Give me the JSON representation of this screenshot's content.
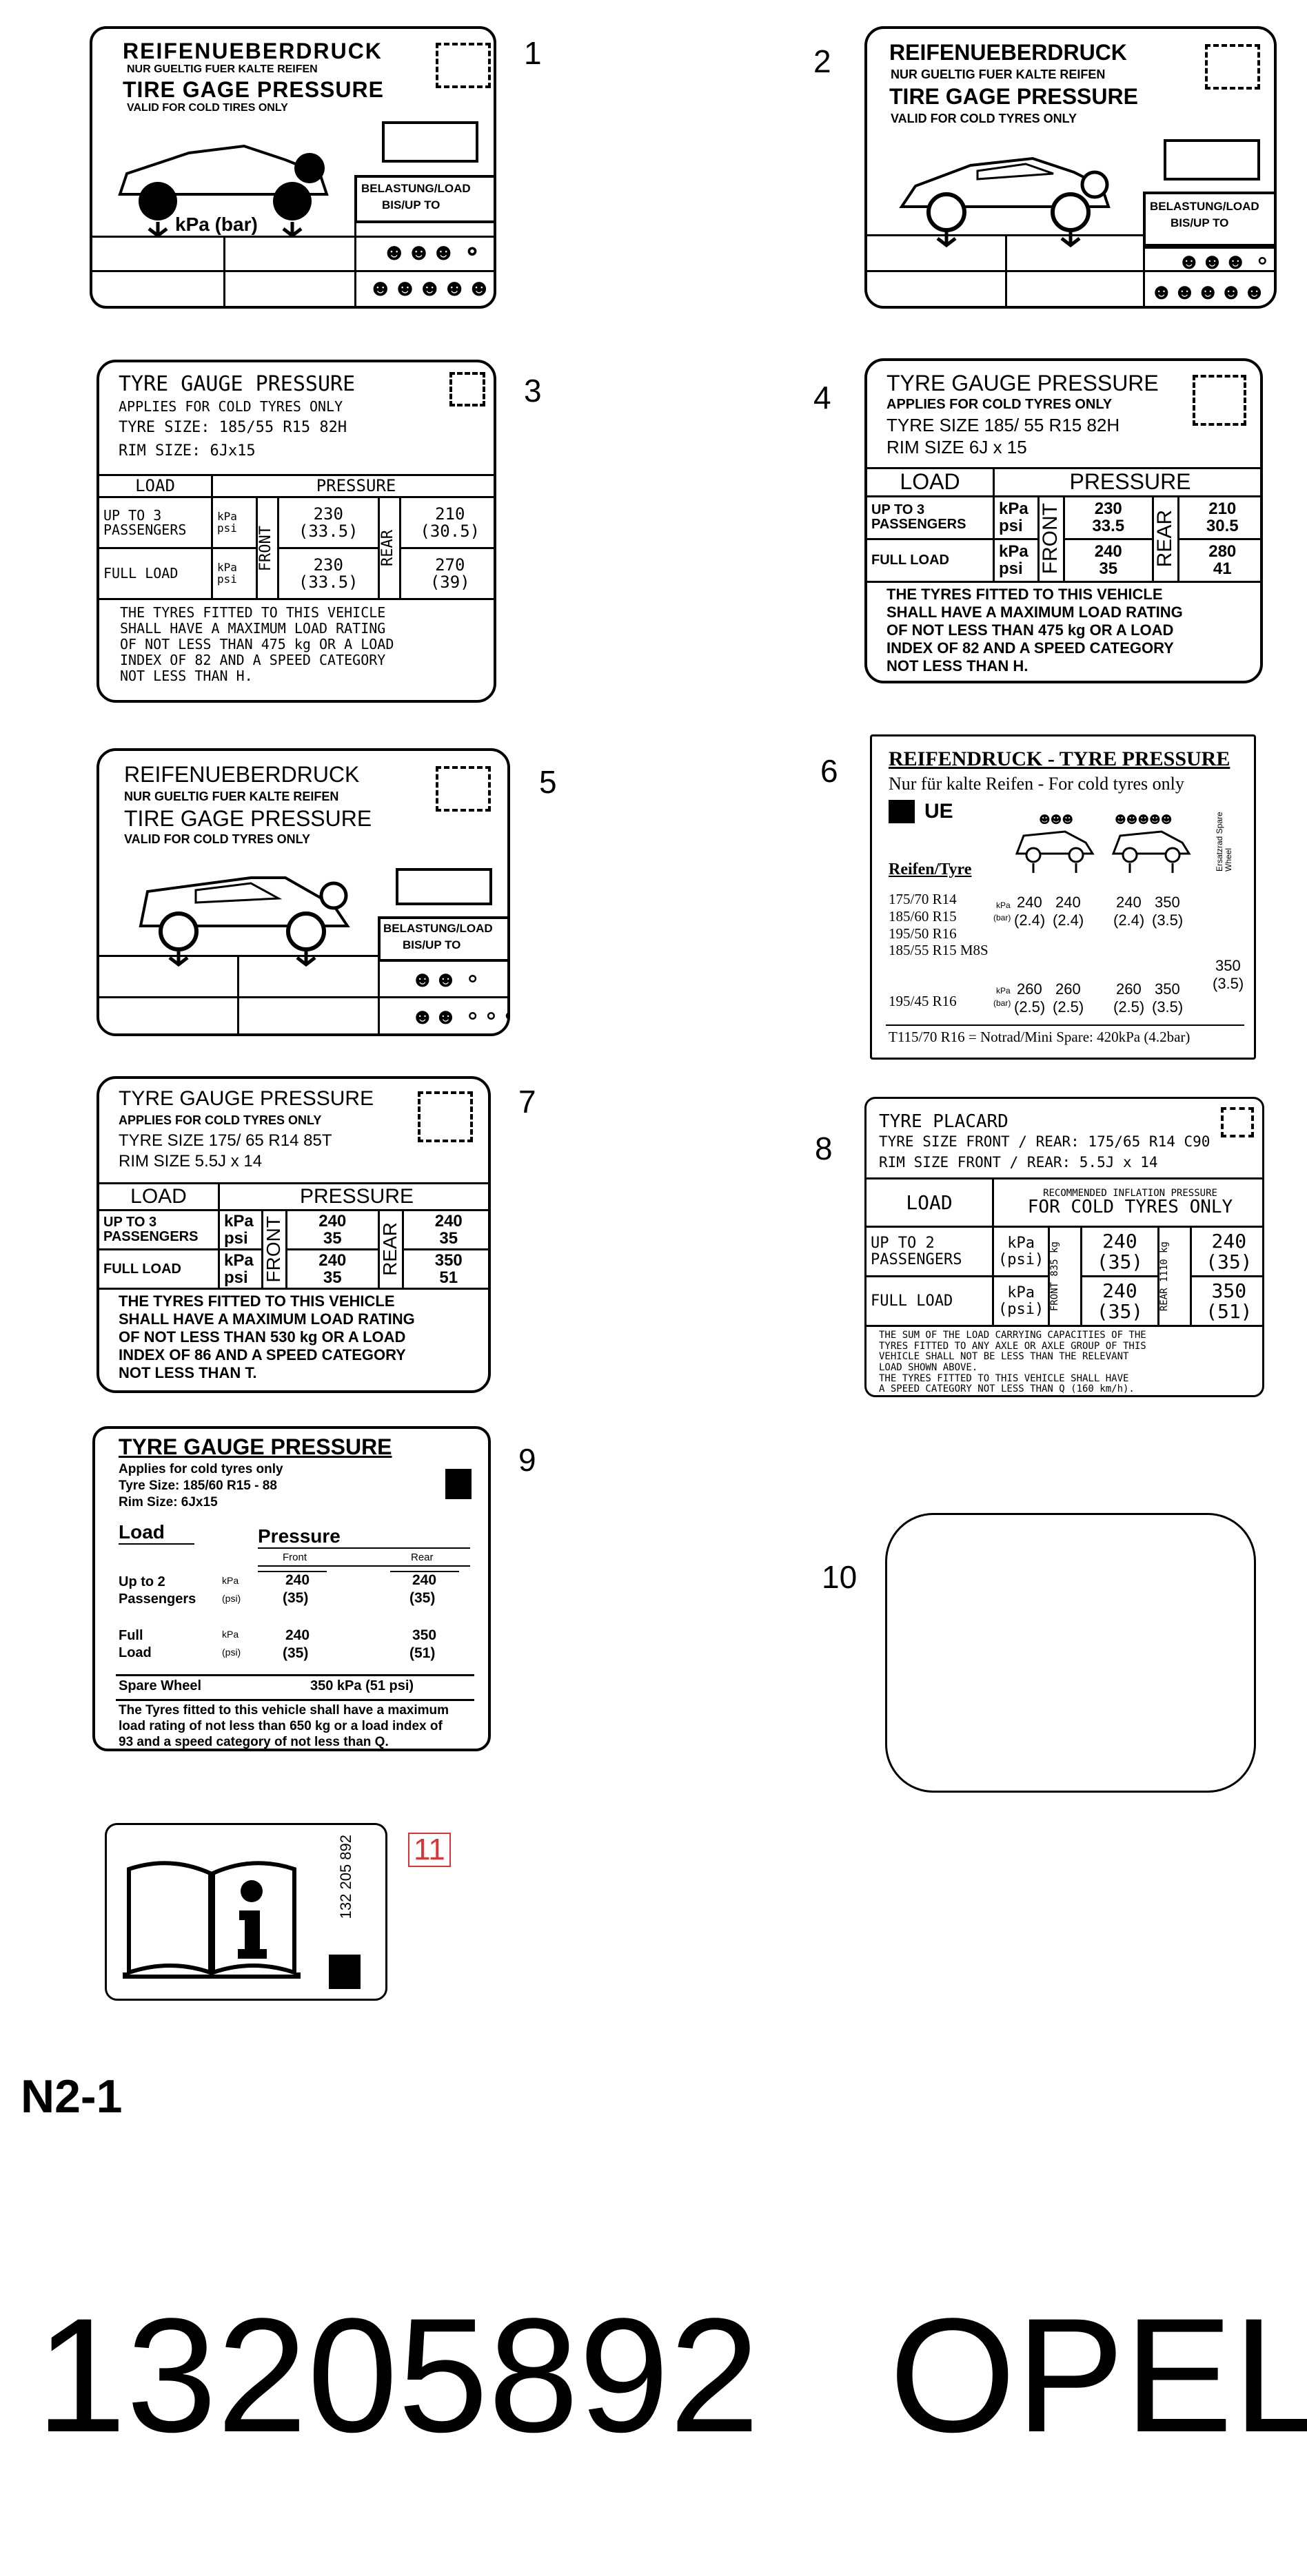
{
  "labels": {
    "l1": {
      "num": "1",
      "title1": "REIFENUEBERDRUCK",
      "sub1": "NUR GUELTIG FUER KALTE REIFEN",
      "title2": "TIRE GAGE PRESSURE",
      "sub2": "VALID FOR COLD TIRES ONLY",
      "unit": "kPa (bar)",
      "load": "BELASTUNG/LOAD",
      "bis": "BIS/UP TO"
    },
    "l2": {
      "num": "2",
      "title1": "REIFENUEBERDRUCK",
      "sub1": "NUR GUELTIG FUER KALTE REIFEN",
      "title2": "TIRE GAGE PRESSURE",
      "sub2": "VALID FOR COLD TYRES ONLY",
      "load": "BELASTUNG/LOAD",
      "bis": "BIS/UP TO"
    },
    "l3": {
      "num": "3",
      "h1": "TYRE GAUGE PRESSURE",
      "h2": "APPLIES FOR COLD TYRES ONLY",
      "h3": "TYRE SIZE: 185/55 R15 82H",
      "h4": "RIM SIZE: 6Jx15",
      "load": "LOAD",
      "pressure": "PRESSURE",
      "r1": "UP TO 3 PASSENGERS",
      "r2": "FULL LOAD",
      "kpa": "kPa",
      "psi": "psi",
      "front": "FRONT",
      "rear": "REAR",
      "f1": "230",
      "f1p": "(33.5)",
      "r1v": "210",
      "r1p": "(30.5)",
      "f2": "230",
      "f2p": "(33.5)",
      "r2v": "270",
      "r2p": "(39)",
      "note": "THE TYRES FITTED TO THIS VEHICLE\nSHALL HAVE A MAXIMUM LOAD RATING\nOF NOT LESS THAN 475 kg OR A LOAD\nINDEX OF 82 AND A SPEED CATEGORY\nNOT LESS THAN H."
    },
    "l4": {
      "num": "4",
      "h1": "TYRE GAUGE PRESSURE",
      "h2": "APPLIES FOR COLD TYRES ONLY",
      "h3": "TYRE SIZE 185/ 55 R15 82H",
      "h4": "RIM SIZE 6J x 15",
      "load": "LOAD",
      "pressure": "PRESSURE",
      "r1": "UP TO 3 PASSENGERS",
      "r2": "FULL LOAD",
      "kpa": "kPa",
      "psi": "psi",
      "front": "FRONT",
      "rear": "REAR",
      "f1": "230",
      "f1p": "33.5",
      "r1v": "210",
      "r1p": "30.5",
      "f2": "240",
      "f2p": "35",
      "r2v": "280",
      "r2p": "41",
      "note": "THE TYRES FITTED TO THIS VEHICLE\nSHALL HAVE A MAXIMUM LOAD RATING\nOF NOT LESS THAN 475 kg OR A LOAD\nINDEX OF 82 AND A SPEED CATEGORY\nNOT LESS THAN H."
    },
    "l5": {
      "num": "5",
      "title1": "REIFENUEBERDRUCK",
      "sub1": "NUR GUELTIG FUER KALTE REIFEN",
      "title2": "TIRE GAGE PRESSURE",
      "sub2": "VALID FOR COLD TYRES ONLY",
      "load": "BELASTUNG/LOAD",
      "bis": "BIS/UP TO"
    },
    "l6": {
      "num": "6",
      "h1": "REIFENDRUCK - TYRE PRESSURE",
      "h2": "Nur für kalte Reifen - For cold tyres only",
      "ue": "UE",
      "spare": "Ersatzrad Spare Wheel",
      "tyre": "Reifen/Tyre",
      "sizes1": "175/70 R14\n185/60 R15\n195/50 R16\n185/55 R15 M8S",
      "kpa": "kPa",
      "bar": "(bar)",
      "v1": [
        "240",
        "240",
        "240",
        "350"
      ],
      "p1": [
        "(2.4)",
        "(2.4)",
        "(2.4)",
        "(3.5)"
      ],
      "sp": "350",
      "spp": "(3.5)",
      "sizes2": "195/45 R16",
      "v2": [
        "260",
        "260",
        "260",
        "350"
      ],
      "p2": [
        "(2.5)",
        "(2.5)",
        "(2.5)",
        "(3.5)"
      ],
      "foot": "T115/70 R16 = Notrad/Mini Spare: 420kPa (4.2bar)"
    },
    "l7": {
      "num": "7",
      "h1": "TYRE GAUGE PRESSURE",
      "h2": "APPLIES FOR COLD TYRES ONLY",
      "h3": "TYRE SIZE 175/ 65 R14 85T",
      "h4": "RIM SIZE 5.5J x 14",
      "load": "LOAD",
      "pressure": "PRESSURE",
      "r1": "UP TO 3 PASSENGERS",
      "r2": "FULL LOAD",
      "kpa": "kPa",
      "psi": "psi",
      "front": "FRONT",
      "rear": "REAR",
      "f1": "240",
      "f1p": "35",
      "r1v": "240",
      "r1p": "35",
      "f2": "240",
      "f2p": "35",
      "r2v": "350",
      "r2p": "51",
      "note": "THE TYRES FITTED TO THIS VEHICLE\nSHALL HAVE A MAXIMUM LOAD RATING\nOF NOT LESS THAN 530 kg OR A LOAD\nINDEX OF 86 AND A SPEED CATEGORY\nNOT LESS THAN T."
    },
    "l8": {
      "num": "8",
      "h1": "TYRE PLACARD",
      "h2": "TYRE SIZE FRONT / REAR: 175/65 R14 C90",
      "h3": "RIM SIZE FRONT / REAR: 5.5J x 14",
      "load": "LOAD",
      "rec": "RECOMMENDED INFLATION PRESSURE",
      "cold": "FOR COLD TYRES ONLY",
      "r1": "UP TO 2 PASSENGERS",
      "r2": "FULL LOAD",
      "kpa": "kPa",
      "psi": "(psi)",
      "front": "FRONT 835 kg",
      "rear": "REAR 1110 kg",
      "f1": "240",
      "f1p": "(35)",
      "r1v": "240",
      "r1p": "(35)",
      "f2": "240",
      "f2p": "(35)",
      "r2v": "350",
      "r2p": "(51)",
      "note": "THE SUM OF THE LOAD CARRYING CAPACITIES OF THE\nTYRES FITTED TO ANY AXLE OR AXLE GROUP OF THIS\nVEHICLE SHALL NOT BE LESS THAN THE RELEVANT\nLOAD SHOWN ABOVE.\nTHE TYRES FITTED TO THIS VEHICLE SHALL HAVE\nA SPEED CATEGORY NOT LESS THAN Q (160 km/h)."
    },
    "l9": {
      "num": "9",
      "h1": "TYRE GAUGE PRESSURE",
      "h2": "Applies for cold tyres only",
      "h3": "Tyre Size: 185/60 R15 - 88",
      "h4": "Rim Size: 6Jx15",
      "load": "Load",
      "pressure": "Pressure",
      "front": "Front",
      "rear": "Rear",
      "r1": "Up to 2\nPassengers",
      "r2": "Full\nLoad",
      "kpa": "kPa",
      "psi": "(psi)",
      "f1": "240",
      "f1p": "(35)",
      "r1v": "240",
      "r1p": "(35)",
      "f2": "240",
      "f2p": "(35)",
      "r2v": "350",
      "r2p": "(51)",
      "spare": "Spare Wheel",
      "sparev": "350 kPa (51 psi)",
      "note": "The Tyres fitted to this vehicle shall have a maximum\nload rating of not less than 650 kg or a load index of\n93 and a speed category of not less than Q."
    },
    "l10": {
      "num": "10"
    },
    "l11": {
      "num": "11",
      "partno": "132 205 892"
    }
  },
  "footer": {
    "section": "N2-1",
    "part": "13205892",
    "brand": "OPEL"
  }
}
